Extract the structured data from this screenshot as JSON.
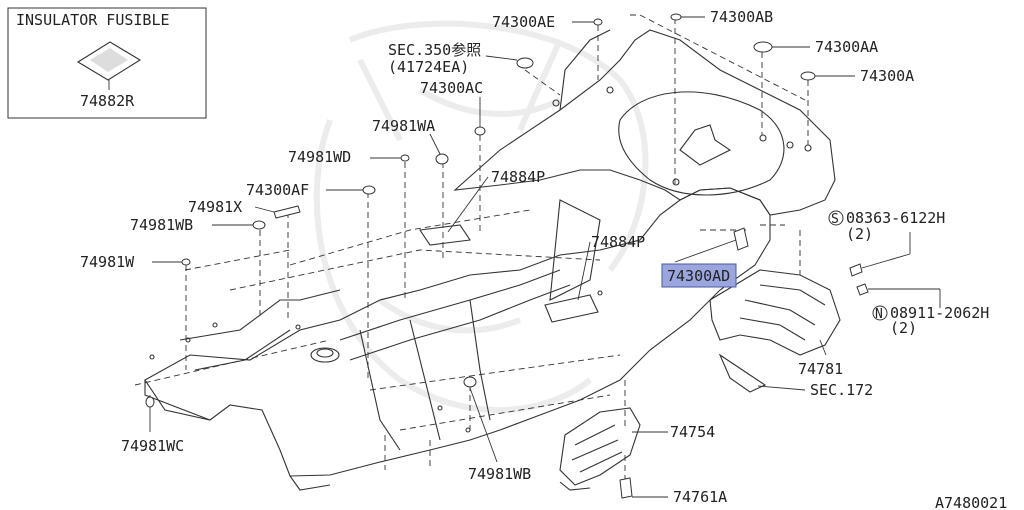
{
  "inset": {
    "title": "INSULATOR FUSIBLE",
    "part": "74882R"
  },
  "labels": {
    "p74300AE": "74300AE",
    "p74300AB": "74300AB",
    "p74300AA": "74300AA",
    "p74300A": "74300A",
    "sec350_a": "SEC.350参照",
    "sec350_b": "(41724EA)",
    "p74300AC": "74300AC",
    "p74981WA": "74981WA",
    "p74981WD": "74981WD",
    "p74884P_1": "74884P",
    "p74300AF": "74300AF",
    "p74981X": "74981X",
    "p74981WB_1": "74981WB",
    "p74884P_2": "74884P",
    "p74981W": "74981W",
    "p74300AD": "74300AD",
    "bolt_a": "08363-6122H",
    "bolt_a_qty": "(2)",
    "bolt_a_sym": "S",
    "nut_b": "08911-2062H",
    "nut_b_qty": "(2)",
    "nut_b_sym": "N",
    "p74781": "74781",
    "sec172": "SEC.172",
    "p74754": "74754",
    "p74981WC": "74981WC",
    "p74981WB_2": "74981WB",
    "p74761A": "74761A",
    "diagram_id": "A7480021"
  },
  "colors": {
    "highlight": "#9aa6dd",
    "line": "#333333"
  }
}
